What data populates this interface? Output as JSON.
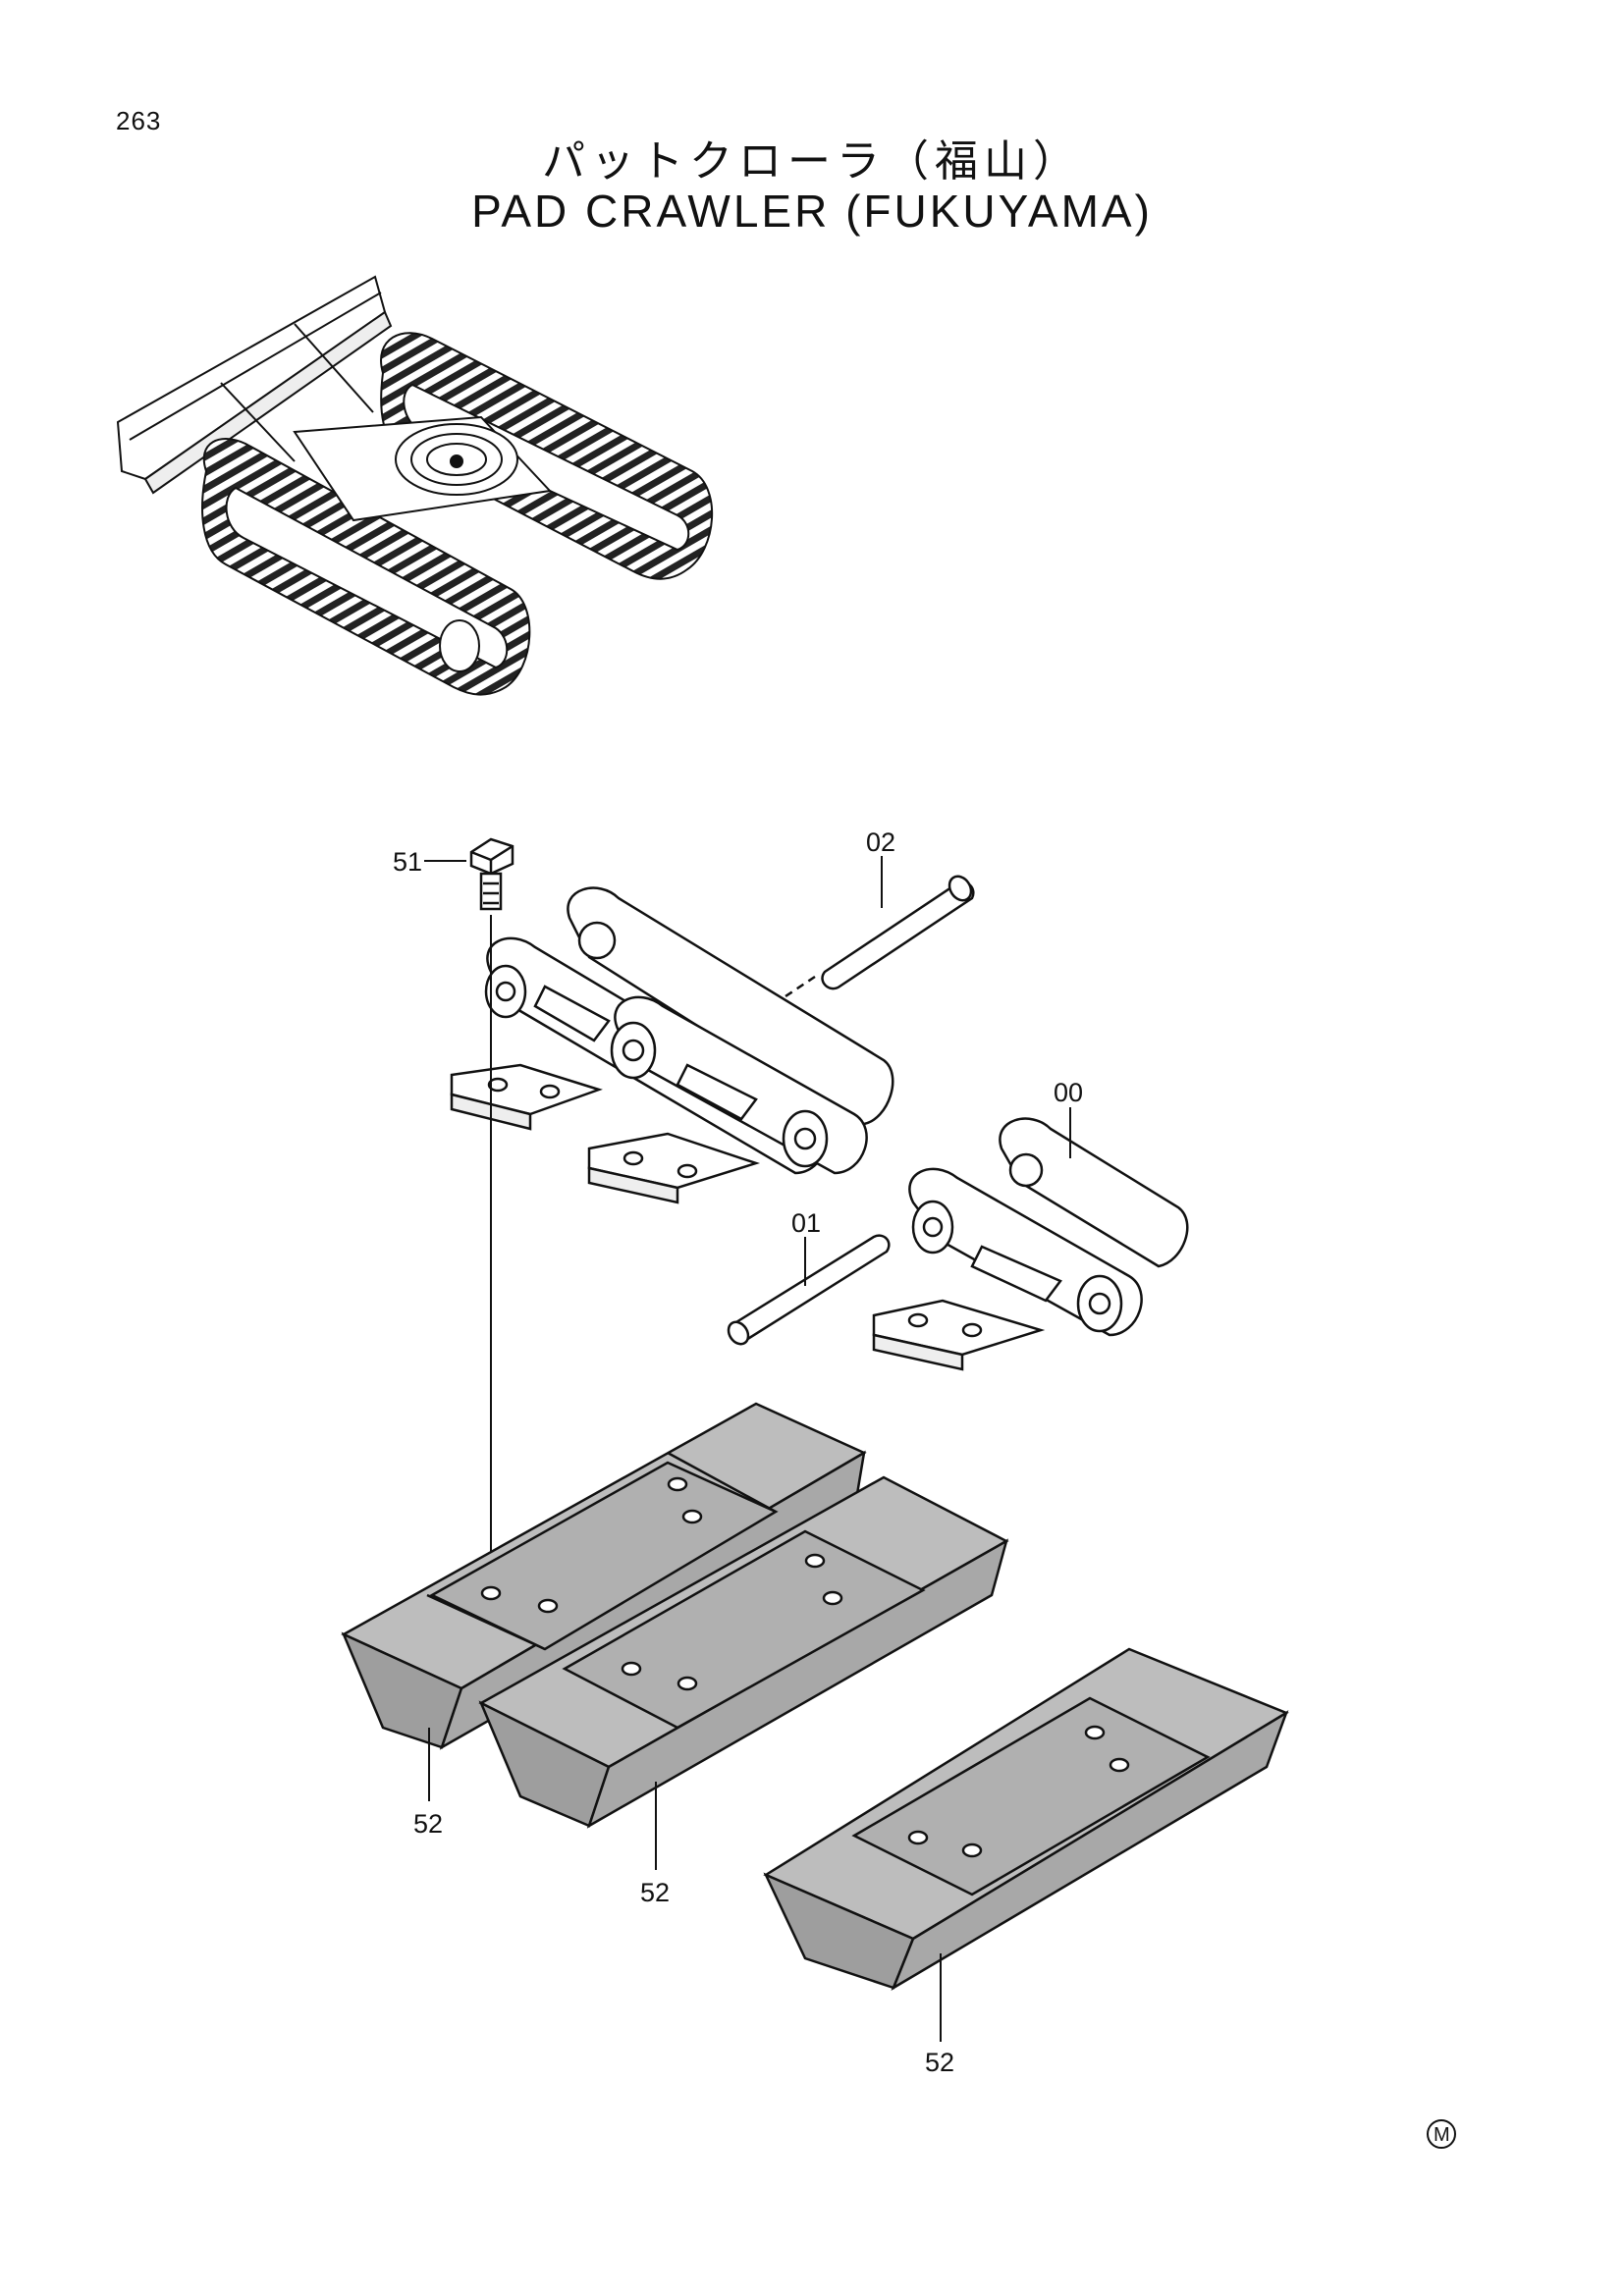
{
  "page": {
    "number": "263"
  },
  "title": {
    "japanese": "パットクローラ（福山）",
    "english": "PAD CRAWLER (FUKUYAMA)"
  },
  "callouts": {
    "bolt": "51",
    "pin_upper": "02",
    "link_assembly": "00",
    "pin_lower": "01",
    "pad_left": "52",
    "pad_center": "52",
    "pad_right": "52"
  },
  "footer": {
    "mark": "M"
  }
}
